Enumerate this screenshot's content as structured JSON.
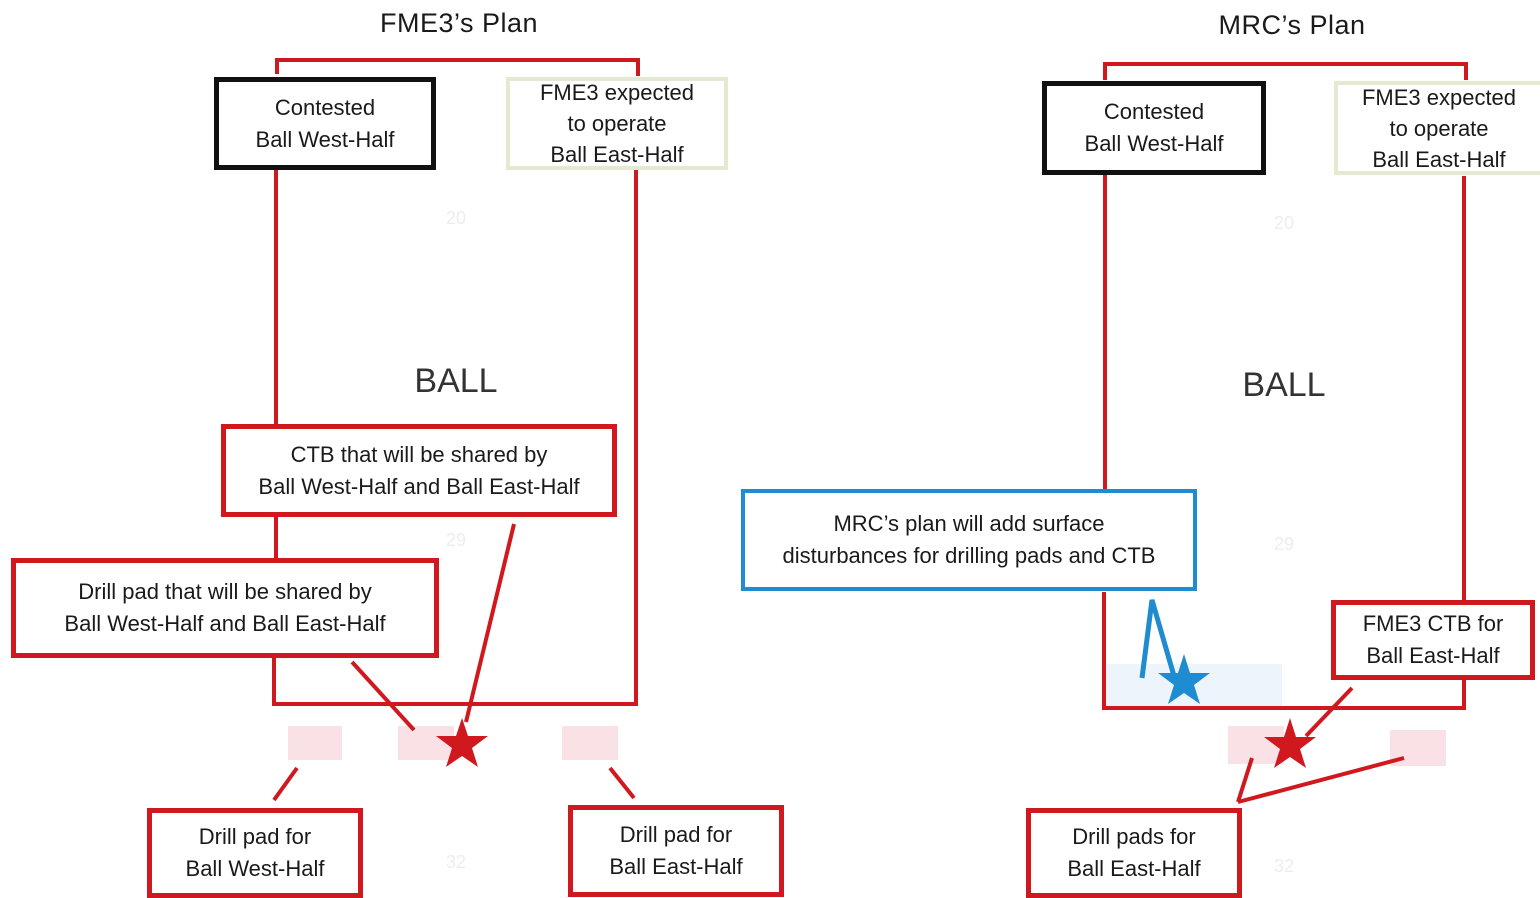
{
  "left_panel": {
    "title": "FME3’s Plan",
    "section_label": "BALL",
    "section_numbers": [
      "20",
      "29",
      "32"
    ],
    "callouts": {
      "contested": [
        "Contested",
        "Ball West-Half"
      ],
      "fme3_operate": [
        "FME3 expected",
        "to operate",
        "Ball East-Half"
      ],
      "ctb_shared": [
        "CTB that will be shared by",
        "Ball West-Half and Ball East-Half"
      ],
      "drill_pad_shared": [
        "Drill pad that will be shared by",
        "Ball West-Half and Ball East-Half"
      ],
      "drill_pad_west": [
        "Drill pad for",
        "Ball West-Half"
      ],
      "drill_pad_east": [
        "Drill pad for",
        "Ball East-Half"
      ]
    }
  },
  "right_panel": {
    "title": "MRC’s Plan",
    "section_label": "BALL",
    "section_numbers": [
      "20",
      "29",
      "32"
    ],
    "callouts": {
      "contested": [
        "Contested",
        "Ball West-Half"
      ],
      "fme3_operate": [
        "FME3 expected",
        "to operate",
        "Ball East-Half"
      ],
      "mrc_disturbance": [
        "MRC’s plan will add surface",
        "disturbances for drilling pads and CTB"
      ],
      "fme3_ctb": [
        "FME3 CTB for",
        "Ball East-Half"
      ],
      "drill_pads_east": [
        "Drill pads for",
        "Ball East-Half"
      ]
    }
  },
  "colors": {
    "red": "#d0181f",
    "blue": "#1f8bd0",
    "black": "#111111",
    "pale_green": "#e4ead0",
    "pad_pink": "#f9e1e5"
  },
  "icons": [
    "red-star-icon",
    "blue-star-icon"
  ]
}
